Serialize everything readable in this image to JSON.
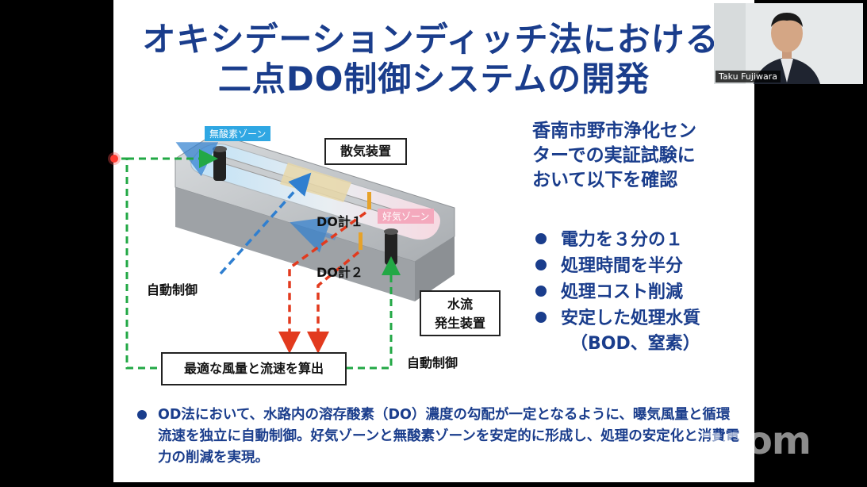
{
  "slide": {
    "title_line1": "オキシデーションディッチ法における",
    "title_line2": "二点DO制御システムの開発",
    "diagram": {
      "anoxic_zone": "無酸素ゾーン",
      "aerobic_zone": "好気ゾーン",
      "diffuser": "散気装置",
      "do_meter1": "DO計１",
      "do_meter2": "DO計２",
      "auto_control_left": "自動制御",
      "auto_control_right": "自動制御",
      "flow_generator_line1": "水流",
      "flow_generator_line2": "発生装置",
      "calc_box": "最適な風量と流速を算出"
    },
    "right_text": {
      "line1": "香南市野市浄化セン",
      "line2": "ターでの実証試験に",
      "line3": "おいて以下を確認"
    },
    "bullets": [
      "電力を３分の１",
      "処理時間を半分",
      "処理コスト削減",
      "安定した処理水質"
    ],
    "bullet_last_sub": "（BOD、窒素）",
    "summary": "OD法において、水路内の溶存酸素（DO）濃度の勾配が一定となるように、曝気風量と循環流速を独立に自動制御。好気ゾーンと無酸素ゾーンを安定的に形成し、処理の安定化と消費電力の削減を実現。"
  },
  "participant": {
    "name": "Taku Fujiwara"
  },
  "watermark": "zoom",
  "colors": {
    "title": "#1a3d8c",
    "green_line": "#22a845",
    "blue_line": "#2f7fd0",
    "red_line": "#e23a1e"
  }
}
